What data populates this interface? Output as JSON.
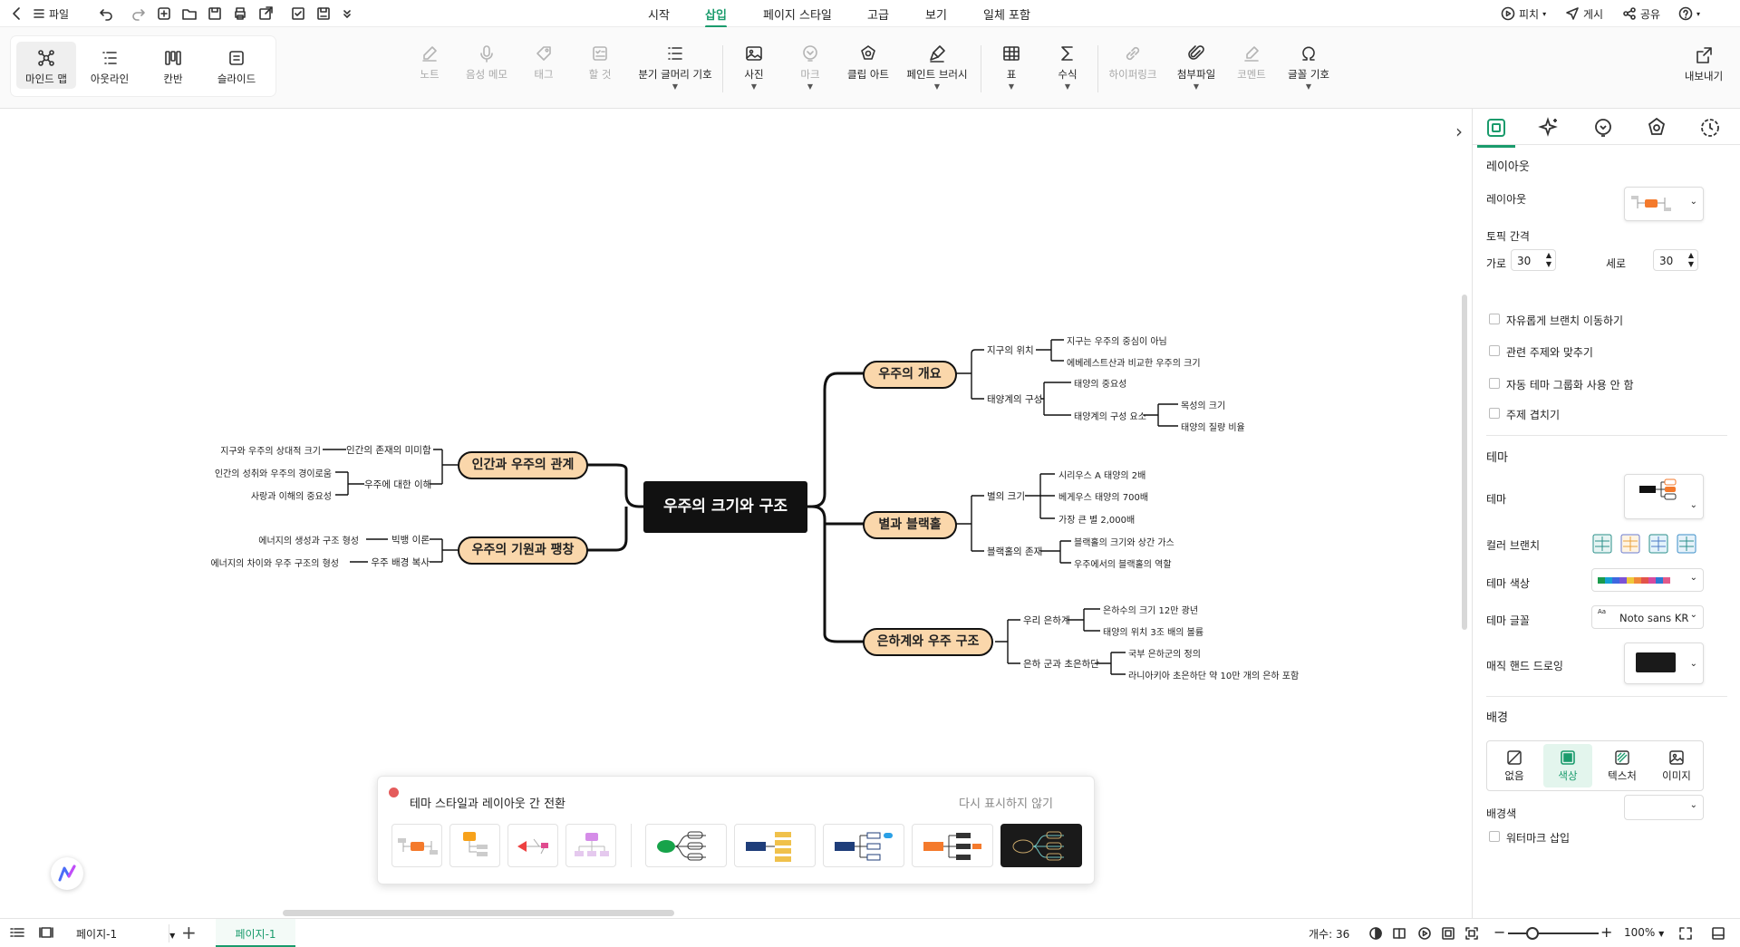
{
  "topbar": {
    "file_label": "파일",
    "tabs": [
      {
        "label": "시작"
      },
      {
        "label": "삽입"
      },
      {
        "label": "페이지 스타일"
      },
      {
        "label": "고급"
      },
      {
        "label": "보기"
      },
      {
        "label": "일체 포함"
      }
    ],
    "active_tab": "삽입",
    "pitch_label": "피치",
    "publish_label": "게시",
    "share_label": "공유",
    "help_icon": "help-icon"
  },
  "views": [
    {
      "label": "마인드 맵",
      "icon": "mindmap-icon",
      "selected": true
    },
    {
      "label": "아웃라인",
      "icon": "outline-icon"
    },
    {
      "label": "칸반",
      "icon": "kanban-icon"
    },
    {
      "label": "슬라이드",
      "icon": "slide-icon"
    }
  ],
  "ribbon": [
    {
      "label": "노트",
      "icon": "note-icon",
      "disabled": true
    },
    {
      "label": "음성 메모",
      "icon": "microphone-icon",
      "disabled": true
    },
    {
      "label": "태그",
      "icon": "tag-icon",
      "disabled": true
    },
    {
      "label": "할 것",
      "icon": "todo-icon",
      "disabled": true
    },
    {
      "label": "분기 글머리 기호",
      "icon": "bullets-icon"
    },
    {
      "label": "사진",
      "icon": "image-icon"
    },
    {
      "label": "마크",
      "icon": "mark-icon",
      "disabled": true
    },
    {
      "label": "클립 아트",
      "icon": "clipart-icon"
    },
    {
      "label": "페인트 브러시",
      "icon": "paintbrush-icon"
    },
    {
      "label": "표",
      "icon": "table-icon"
    },
    {
      "label": "수식",
      "icon": "formula-icon"
    },
    {
      "label": "하이퍼링크",
      "icon": "link-icon",
      "disabled": true
    },
    {
      "label": "첨부파일",
      "icon": "paperclip-icon"
    },
    {
      "label": "코멘트",
      "icon": "comment-icon",
      "disabled": true
    },
    {
      "label": "글꼴 기호",
      "icon": "omega-icon"
    }
  ],
  "export_label": "내보내기",
  "mindmap": {
    "root": "우주의 크기와 구조",
    "right": [
      {
        "label": "우주의 개요",
        "children": [
          {
            "label": "지구의 위치",
            "children": [
              "지구는 우주의 중심이 아님",
              "에베레스트산과 비교한 우주의 크기"
            ]
          },
          {
            "label": "태양계의 구성",
            "children": [
              "태양의 중요성",
              "태양계의 구성 요소"
            ],
            "grand": [
              "목성의 크기",
              "태양의 질량 비율"
            ]
          }
        ]
      },
      {
        "label": "별과 블랙홀",
        "children": [
          {
            "label": "별의 크기",
            "children": [
              "시리우스 A 태양의 2배",
              "베게우스 태양의 700배",
              "가장 큰 별 2,000배"
            ]
          },
          {
            "label": "블랙홀의 존재",
            "children": [
              "블랙홀의 크기와 상간 가스",
              "우주에서의 블랙홀의 역할"
            ]
          }
        ]
      },
      {
        "label": "은하계와 우주 구조",
        "children": [
          {
            "label": "우리 은하계",
            "children": [
              "은하수의 크기 12만 광년",
              "태양의 위치 3조 배의 볼륨"
            ]
          },
          {
            "label": "은하 군과 초은하단",
            "children": [
              "국부 은하군의 정의",
              "라니아키아 초은하단 약 10만 개의 은하 포함"
            ]
          }
        ]
      }
    ],
    "left": [
      {
        "label": "인간과 우주의 관계",
        "children": [
          {
            "label": "인간의 존재의 미미함",
            "children": [
              "지구와 우주의 상대적 크기"
            ]
          },
          {
            "label": "우주에 대한 이해",
            "children": [
              "인간의 성취와 우주의 경이로움",
              "사랑과 이해의 중요성"
            ]
          }
        ]
      },
      {
        "label": "우주의 기원과 팽창",
        "children": [
          {
            "label": "빅뱅 이론",
            "children": [
              "에너지의 생성과 구조 형성"
            ]
          },
          {
            "label": "우주 배경 복사",
            "children": [
              "에너지의 차이와 우주 구조의 형성"
            ]
          }
        ]
      }
    ]
  },
  "popup": {
    "title": "테마 스타일과 레이아웃 간 전환",
    "dismiss": "다시 표시하지 않기"
  },
  "panel": {
    "tabs": [
      "layout-panel-icon",
      "ai-sparkle-icon",
      "marker-icon",
      "theme-icon",
      "clock-icon"
    ],
    "layout_section": "레이아웃",
    "layout_label": "레이아웃",
    "spacing_section": "토픽 간격",
    "horiz_label": "가로",
    "horiz_value": "30",
    "vert_label": "세로",
    "vert_value": "30",
    "checkboxes": [
      "자유롭게 브랜치 이동하기",
      "관련 주제와 맞추기",
      "자동 테마 그룹화 사용 안 함",
      "주제 겹치기"
    ],
    "theme_section": "테마",
    "theme_label": "테마",
    "color_branch_label": "컬러 브랜치",
    "theme_color_label": "테마 색상",
    "theme_font_label": "테마 글꼴",
    "theme_font_value": "Noto sans KR",
    "hand_drawn_label": "매직 핸드 드로잉",
    "bg_section": "배경",
    "bg_options": [
      "없음",
      "색상",
      "텍스처",
      "이미지"
    ],
    "bg_selected": "색상",
    "bg_color_label": "배경색",
    "watermark_label": "워터마크 삽입",
    "accent": "#1a9b6c",
    "topic_fill": "#fad7ab"
  },
  "status": {
    "page_select": "페이지-1",
    "page_tab": "페이지-1",
    "count": "개수: 36",
    "zoom": "100%"
  }
}
